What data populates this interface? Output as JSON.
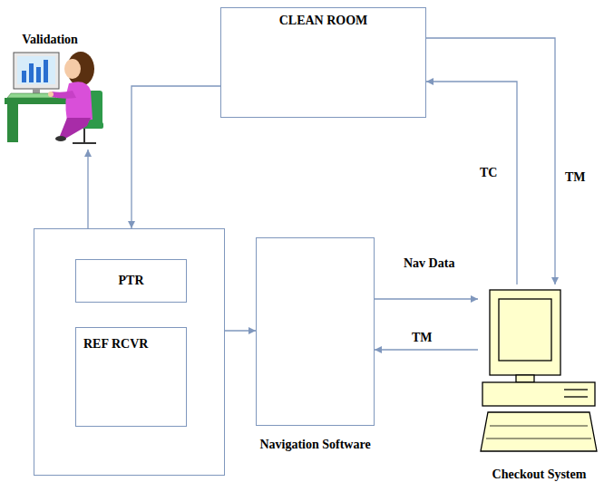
{
  "diagram": {
    "nodes": [
      {
        "text": [
          "Validation"
        ]
      },
      {
        "text": [
          "CLEAN ROOM"
        ]
      },
      {
        "text": []
      },
      {
        "text": [
          "PTR"
        ],
        "in": 2
      },
      {
        "text": [
          "REF RCVR"
        ],
        "in": 2
      },
      {
        "text": [
          "Navigation Software"
        ]
      },
      {
        "text": [
          "Checkout System"
        ]
      }
    ],
    "edges": [
      {
        "from": 1,
        "to": 2,
        "arrow": "to"
      },
      {
        "from": 2,
        "to": 0,
        "arrow": "to"
      },
      {
        "from": 2,
        "to": 5,
        "arrow": "to"
      },
      {
        "from": 5,
        "to": 6,
        "label": "Nav Data",
        "arrow": "to"
      },
      {
        "from": 6,
        "to": 5,
        "label": "TM",
        "arrow": "to"
      },
      {
        "from": 6,
        "to": 1,
        "label": "TC",
        "arrow": "to"
      },
      {
        "from": 1,
        "to": 6,
        "label": "TM",
        "arrow": "to"
      }
    ]
  }
}
